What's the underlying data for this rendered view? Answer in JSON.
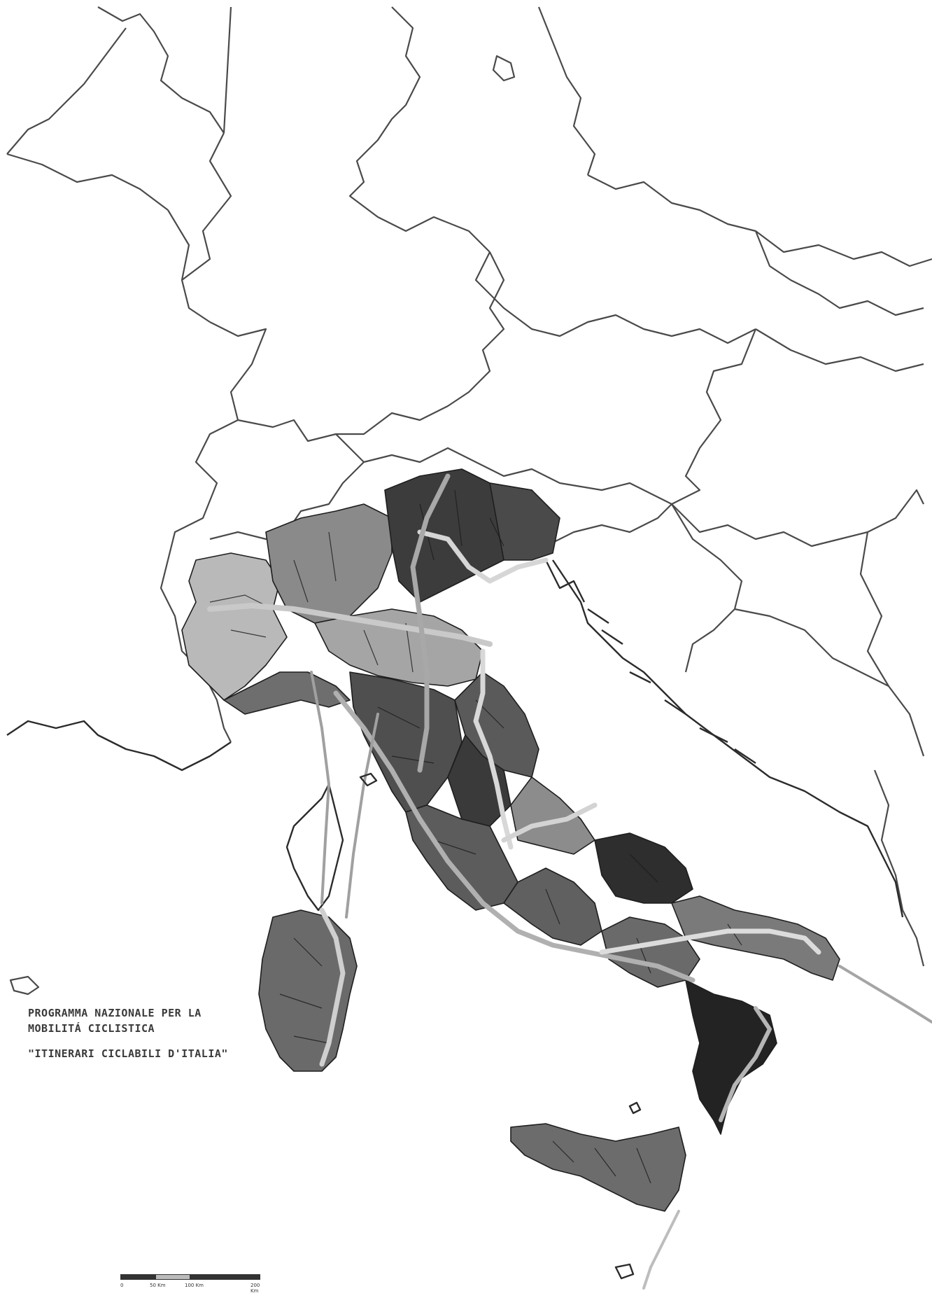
{
  "map": {
    "legend": {
      "title_line1": "PROGRAMMA NAZIONALE PER LA",
      "title_line2": "MOBILITÁ CICLISTICA",
      "subtitle": "\"ITINERARI CICLABILI D'ITALIA\""
    },
    "scale": {
      "labels": [
        "0",
        "50 Km",
        "100 Km",
        "200 Km"
      ]
    },
    "colors": {
      "background": "#ffffff",
      "border": "#4a4a4a",
      "region_dark": "#3c3c3c",
      "region_mid": "#6a6a6a",
      "region_light": "#9a9a9a",
      "region_pale": "#b9b9b9",
      "route_light": "#d8d8d8",
      "route_mid": "#a8a8a8"
    }
  }
}
